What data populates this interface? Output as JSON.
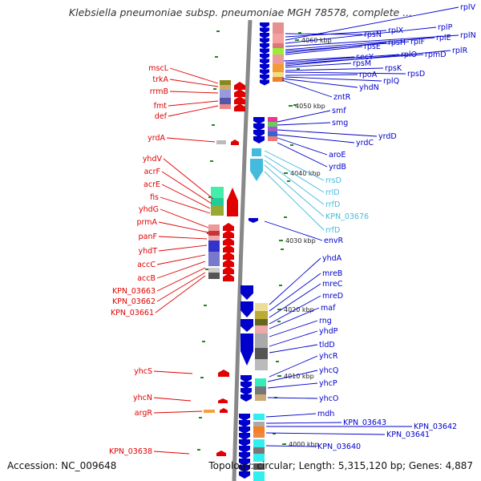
{
  "title": "Klebsiella pneumoniae subsp. pneumoniae MGH 78578, complete ...",
  "footer": {
    "accession": "Accession: NC_009648",
    "summary": "Topology: circular; Length: 5,315,120 bp; Genes: 4,887"
  },
  "colors": {
    "forward": "#e00000",
    "reverse": "#0000cc",
    "rna": "#44bbdd",
    "backbone": "#888888",
    "tick": "#228822"
  },
  "ticks": [
    "4060 kbp",
    "4050 kbp",
    "4040 kbp",
    "4030 kbp",
    "4020 kbp",
    "4010 kbp",
    "4000 kbp"
  ],
  "left_genes": [
    "mscL",
    "trkA",
    "rrmB",
    "fmt",
    "def",
    "yrdA",
    "yhdV",
    "acrF",
    "acrE",
    "fis",
    "yhdG",
    "prmA",
    "panF",
    "yhdT",
    "accC",
    "accB",
    "KPN_03663",
    "KPN_03662",
    "KPN_03661",
    "yhcS",
    "yhcN",
    "argR",
    "KPN_03638"
  ],
  "right_genes": [
    "rplV",
    "rplP",
    "rplN",
    "rpsN",
    "rplX",
    "rplE",
    "rplF",
    "rpsH",
    "rpsE",
    "secY",
    "rplO",
    "rpmD",
    "rplR",
    "rpsM",
    "rpsK",
    "rpsD",
    "rpoA",
    "rplQ",
    "yhdN",
    "zntR",
    "smf",
    "smg",
    "yrdD",
    "yrdC",
    "aroE",
    "yrdB",
    "rrsD",
    "rrlD",
    "rrfD",
    "KPN_03676",
    "rrfD",
    "envR",
    "yhdA",
    "mreB",
    "mreC",
    "mreD",
    "maf",
    "rng",
    "yhdP",
    "tldD",
    "yhcR",
    "yhcQ",
    "yhcP",
    "yhcO",
    "mdh",
    "KPN_03643",
    "KPN_03642",
    "KPN_03641",
    "KPN_03640"
  ]
}
